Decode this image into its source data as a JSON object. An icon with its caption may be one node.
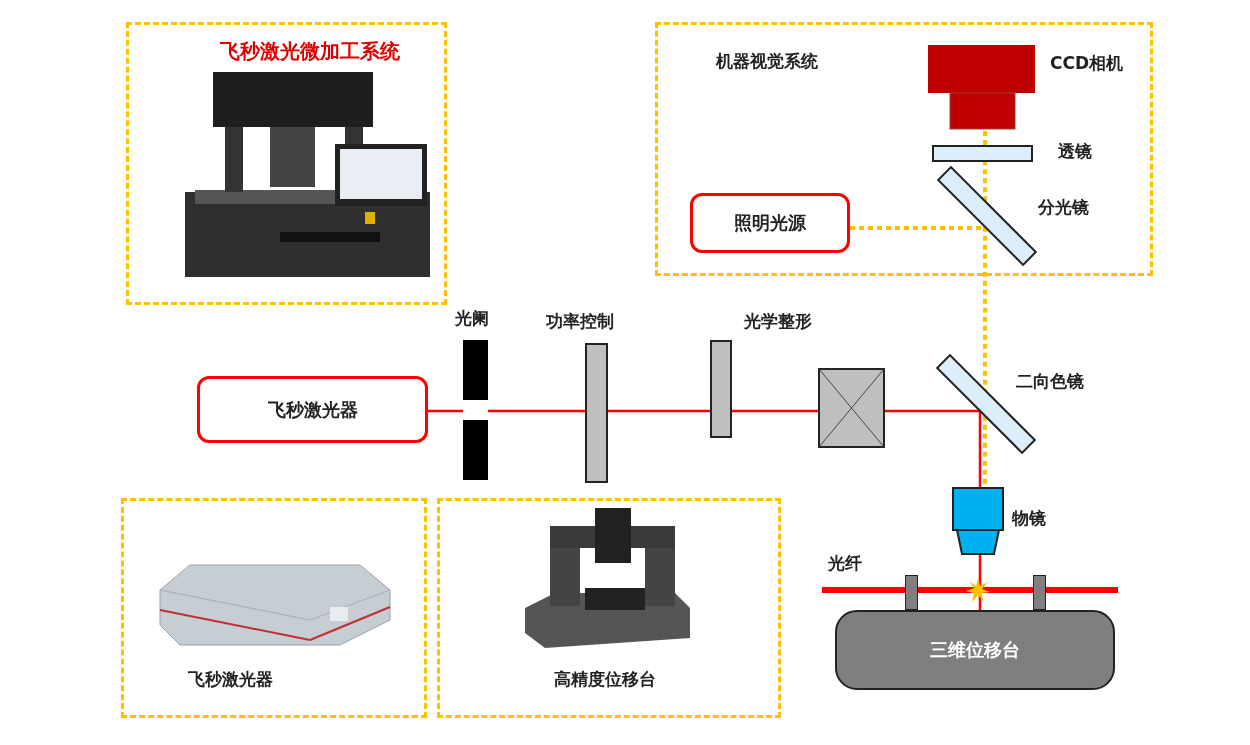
{
  "diagram": {
    "nodes": [
      {
        "text": [
          "飞秒激光微加工系统"
        ]
      },
      {
        "text": [],
        "shape": "picture",
        "in": 0
      },
      {
        "text": [
          "机器视觉系统"
        ]
      },
      {
        "text": [
          "CCD相机"
        ],
        "in": 2
      },
      {
        "text": [
          "透镜"
        ],
        "in": 2
      },
      {
        "text": [
          "分光镜"
        ],
        "in": 2
      },
      {
        "text": [
          "照明光源"
        ],
        "in": 2
      },
      {
        "text": [
          "飞秒激光器"
        ]
      },
      {
        "text": [
          "光阑"
        ]
      },
      {
        "text": [
          "功率控制"
        ]
      },
      {
        "text": [
          "光学整形"
        ]
      },
      {
        "text": [],
        "shape": "box"
      },
      {
        "text": [
          "二向色镜"
        ]
      },
      {
        "text": [
          "物镜"
        ]
      },
      {
        "text": [
          "三维位移台"
        ]
      },
      {
        "text": [
          "飞秒激光器"
        ]
      },
      {
        "text": [],
        "shape": "picture",
        "in": 15
      },
      {
        "text": [
          "高精度位移台"
        ]
      },
      {
        "text": [],
        "shape": "picture",
        "in": 17
      }
    ],
    "edges": [
      {
        "from": 7,
        "to": 8,
        "arrow": "none"
      },
      {
        "from": 8,
        "to": 9,
        "arrow": "none"
      },
      {
        "from": 9,
        "to": 10,
        "arrow": "none"
      },
      {
        "from": 10,
        "to": 11,
        "arrow": "none"
      },
      {
        "from": 11,
        "to": 12,
        "arrow": "none"
      },
      {
        "from": 12,
        "to": 13,
        "arrow": "none"
      },
      {
        "from": 13,
        "to": 14,
        "arrow": "none"
      },
      {
        "from": 6,
        "to": 5,
        "arrow": "none",
        "style": "dashed",
        "color": "#ffc000"
      },
      {
        "from": 5,
        "to": 4,
        "arrow": "none",
        "style": "dashed",
        "color": "#ffc000"
      },
      {
        "from": 4,
        "to": 3,
        "arrow": "none",
        "style": "dashed",
        "color": "#ffc000"
      },
      {
        "from": 5,
        "to": 12,
        "arrow": "none",
        "style": "dashed",
        "color": "#ffc000"
      },
      {
        "from": 12,
        "to": 13,
        "arrow": "none",
        "style": "dashed",
        "color": "#ffc000"
      }
    ],
    "labels": [
      "光纤"
    ]
  }
}
